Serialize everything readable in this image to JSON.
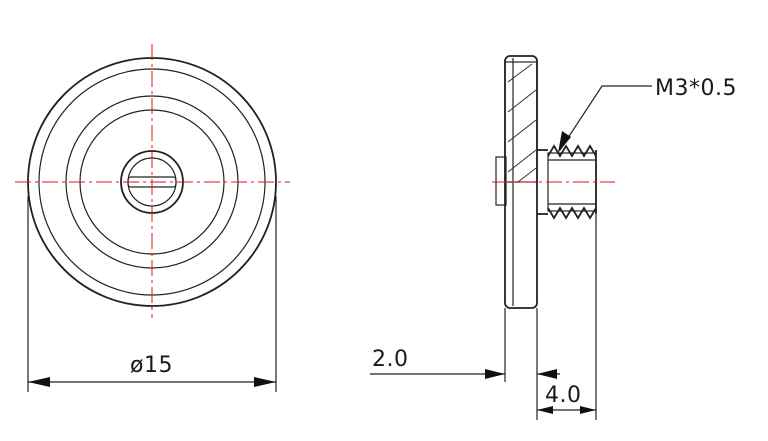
{
  "dimensions": {
    "outer_diameter": "ø15",
    "plate_thickness": "2.0",
    "thread_length": "4.0",
    "thread_spec": "M3*0.5"
  },
  "colors": {
    "outline": "#222222",
    "center_line": "#e0161b",
    "background": "#ffffff"
  }
}
